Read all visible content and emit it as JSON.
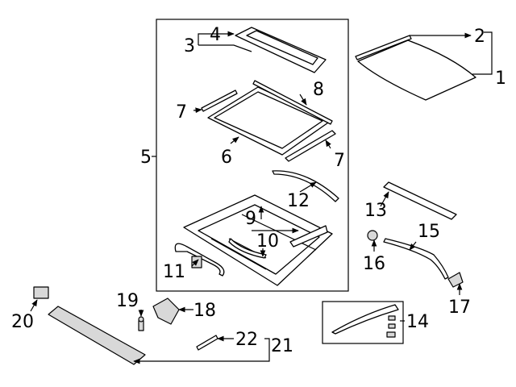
{
  "callouts": {
    "n1": "1",
    "n2": "2",
    "n3": "3",
    "n4": "4",
    "n5": "5",
    "n6": "6",
    "n7a": "7",
    "n7b": "7",
    "n8": "8",
    "n9": "9",
    "n10": "10",
    "n11": "11",
    "n12": "12",
    "n13": "13",
    "n14": "14",
    "n15": "15",
    "n16": "16",
    "n17": "17",
    "n18": "18",
    "n19": "19",
    "n20": "20",
    "n21": "21",
    "n22": "22"
  },
  "colors": {
    "line": "#000000",
    "background": "#ffffff",
    "part_fill": "#d8d8d8"
  }
}
